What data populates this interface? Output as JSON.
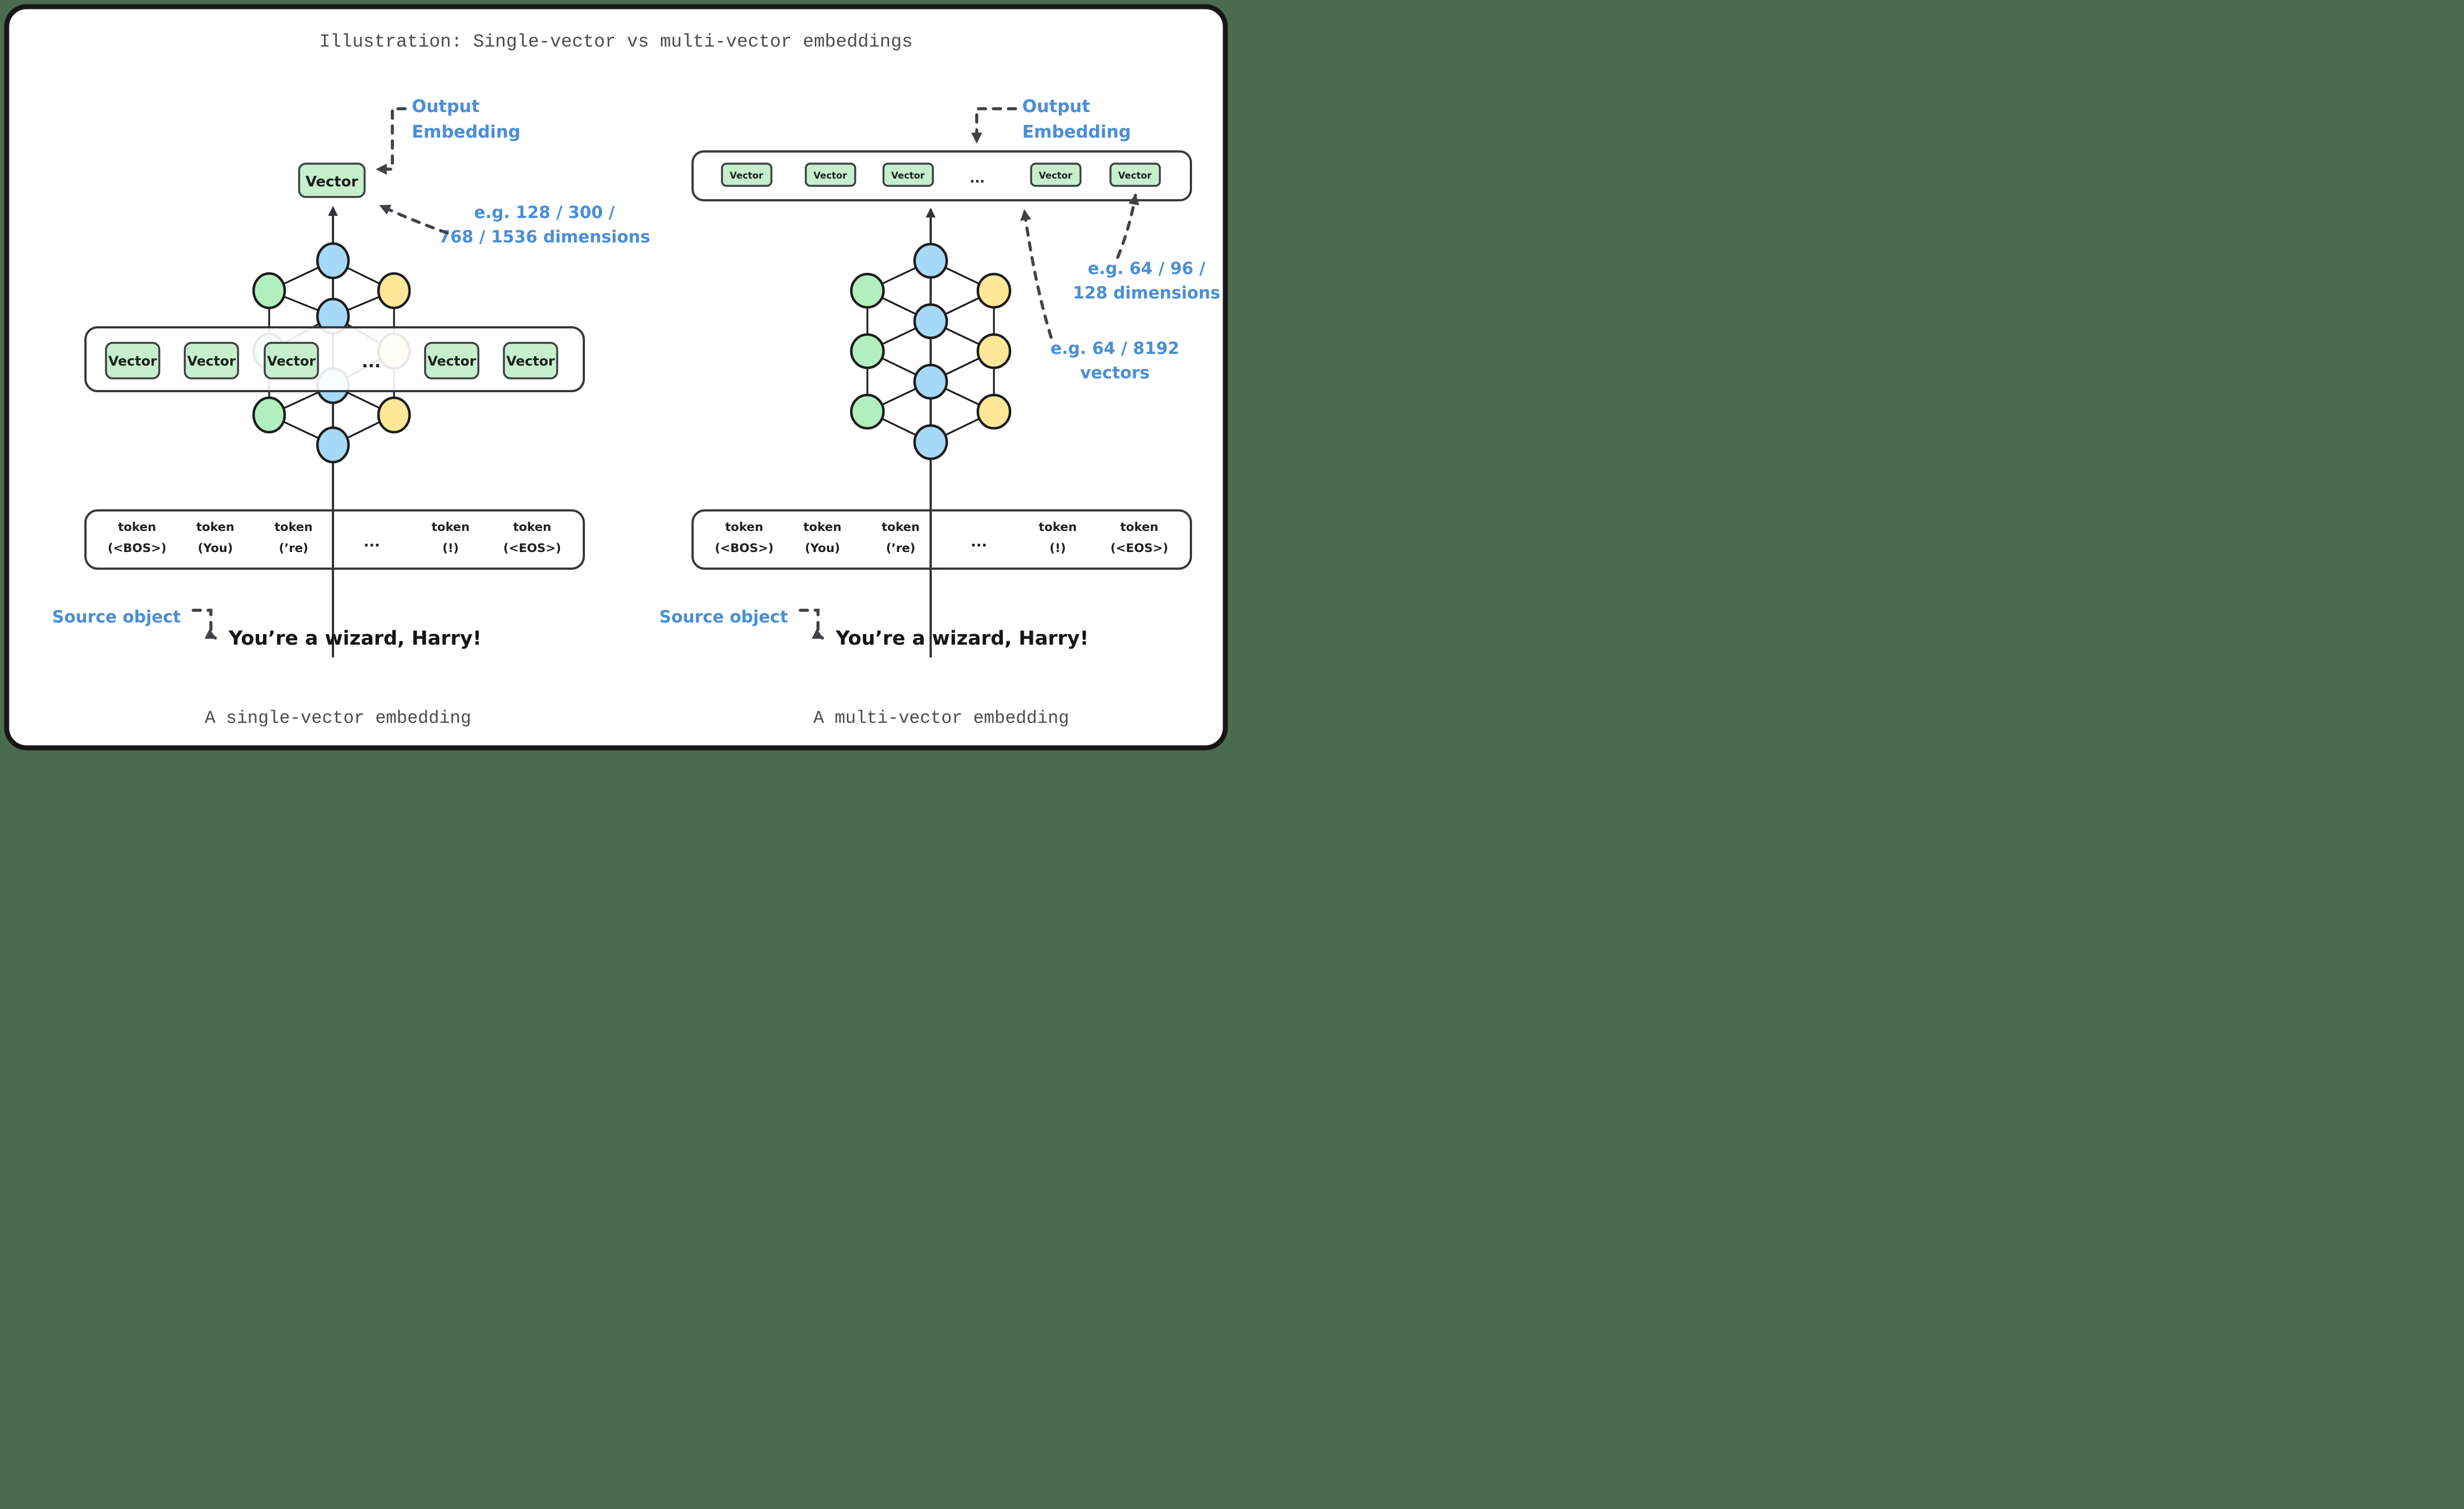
{
  "title": "Illustration: Single-vector vs multi-vector embeddings",
  "colors": {
    "background": "#4a6b4e",
    "card": "#ffffff",
    "card_border": "#161616",
    "node_blue": "#a6d9f7",
    "node_green": "#b2efbe",
    "node_yellow": "#ffe799",
    "chip_green": "#c6efcc",
    "annotation_blue": "#4a8ed6",
    "arrow_gray": "#3f4247",
    "text_gray": "#4c4c4c",
    "ink": "#1f1f1f"
  },
  "left": {
    "caption": "A single-vector embedding",
    "output_label": {
      "line1": "Output",
      "line2": "Embedding"
    },
    "output_box_label": "Vector",
    "dims_note": {
      "line1": "e.g. 128 / 300 /",
      "line2": "768 / 1536 dimensions"
    },
    "vector_row": {
      "items": [
        "Vector",
        "Vector",
        "Vector",
        "Vector",
        "Vector"
      ],
      "ellipsis": "..."
    },
    "token_row": {
      "items": [
        {
          "word": "token",
          "sub": "(<BOS>)"
        },
        {
          "word": "token",
          "sub": "(You)"
        },
        {
          "word": "token",
          "sub": "(’re)"
        },
        {
          "word": "token",
          "sub": "(!)"
        },
        {
          "word": "token",
          "sub": "(<EOS>)"
        }
      ],
      "ellipsis": "..."
    },
    "source_label": "Source object",
    "source_text": "You’re a wizard, Harry!"
  },
  "right": {
    "caption": "A multi-vector embedding",
    "output_label": {
      "line1": "Output",
      "line2": "Embedding"
    },
    "dims_note": {
      "line1": "e.g. 64 / 96 /",
      "line2": "128 dimensions"
    },
    "vectors_note": {
      "line1": "e.g. 64 / 8192",
      "line2": "vectors"
    },
    "vector_row": {
      "items": [
        "Vector",
        "Vector",
        "Vector",
        "Vector",
        "Vector"
      ],
      "ellipsis": "..."
    },
    "token_row": {
      "items": [
        {
          "word": "token",
          "sub": "(<BOS>)"
        },
        {
          "word": "token",
          "sub": "(You)"
        },
        {
          "word": "token",
          "sub": "(’re)"
        },
        {
          "word": "token",
          "sub": "(!)"
        },
        {
          "word": "token",
          "sub": "(<EOS>)"
        }
      ],
      "ellipsis": "..."
    },
    "source_label": "Source object",
    "source_text": "You’re a wizard, Harry!"
  }
}
